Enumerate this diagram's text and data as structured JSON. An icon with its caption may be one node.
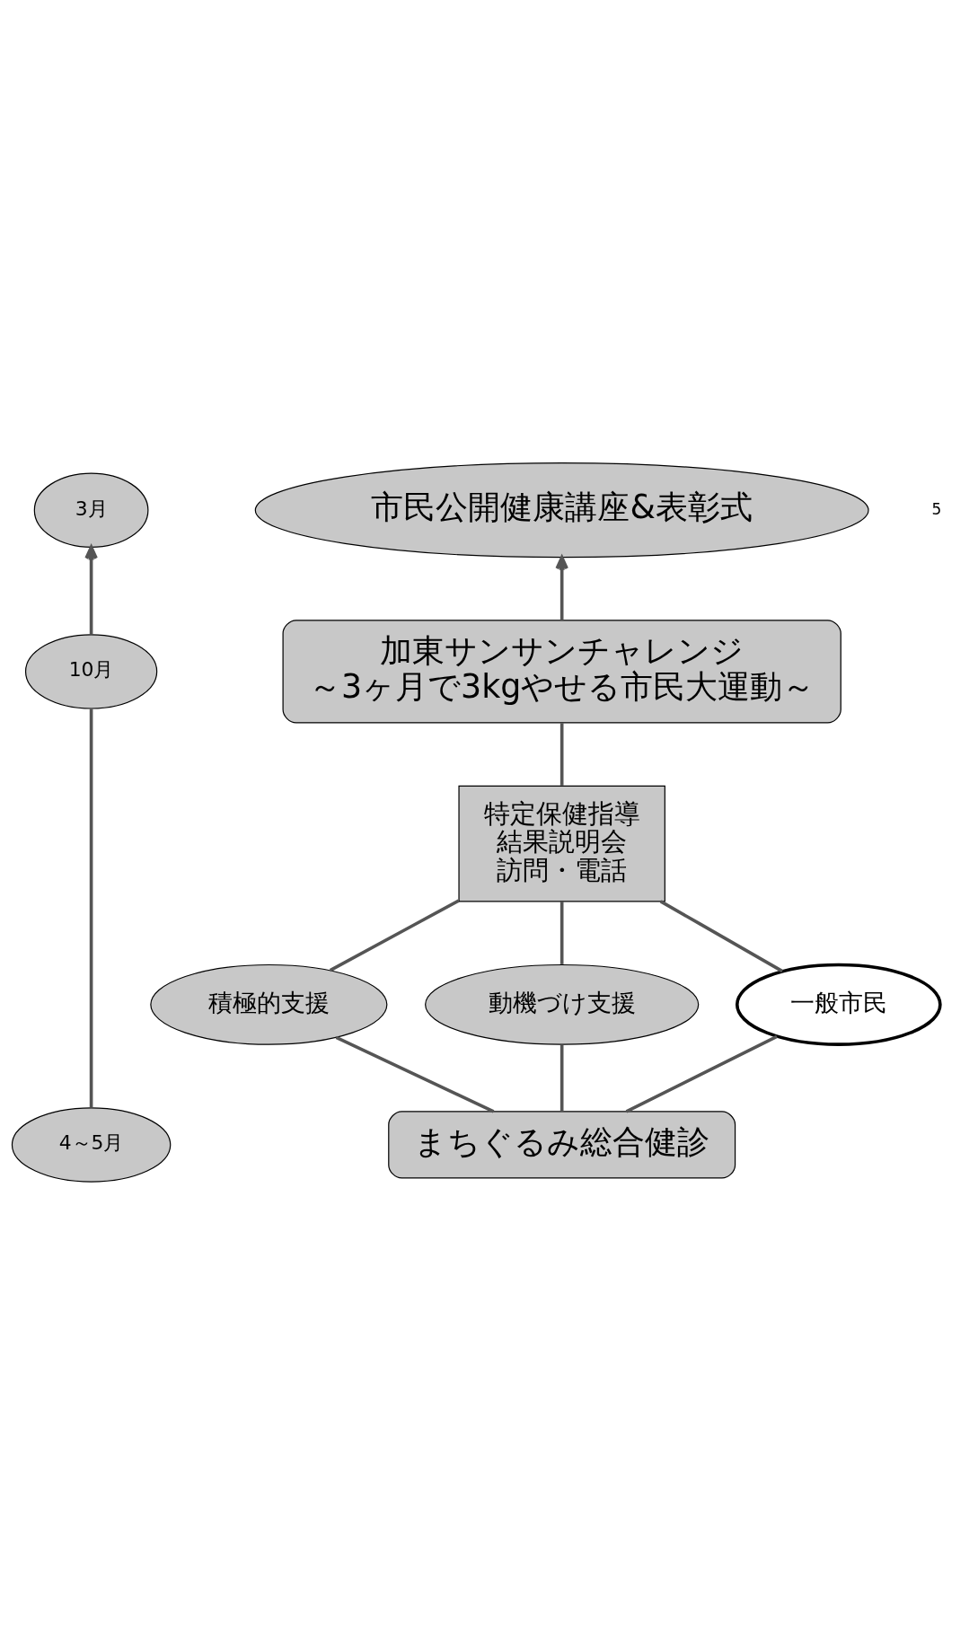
{
  "diagram": {
    "nodes": [
      {
        "text": [
          "3月"
        ]
      },
      {
        "text": [
          "市民公開健康講座&表彰式"
        ]
      },
      {
        "text": [
          "10月"
        ]
      },
      {
        "text": [
          "加東サンサンチャレンジ",
          "～3ヶ月で3kgやせる市民大運動～"
        ]
      },
      {
        "text": [
          "特定保健指導",
          "結果説明会",
          "訪問・電話"
        ]
      },
      {
        "text": [
          "積極的支援"
        ]
      },
      {
        "text": [
          "動機づけ支援"
        ]
      },
      {
        "text": [
          "一般市民"
        ]
      },
      {
        "text": [
          "4～5月"
        ]
      },
      {
        "text": [
          "まちぐるみ総合健診"
        ]
      }
    ],
    "edges": [
      {
        "from": 9,
        "to": 5,
        "arrow": "none"
      },
      {
        "from": 9,
        "to": 6,
        "arrow": "none"
      },
      {
        "from": 9,
        "to": 7,
        "arrow": "none"
      },
      {
        "from": 5,
        "to": 4,
        "arrow": "none"
      },
      {
        "from": 6,
        "to": 4,
        "arrow": "none"
      },
      {
        "from": 7,
        "to": 4,
        "arrow": "none"
      },
      {
        "from": 4,
        "to": 3,
        "arrow": "none"
      },
      {
        "from": 3,
        "to": 1,
        "arrow": "to"
      },
      {
        "from": 8,
        "to": 2,
        "arrow": "none"
      },
      {
        "from": 2,
        "to": 0,
        "arrow": "to"
      }
    ],
    "labels": [
      "5"
    ]
  }
}
